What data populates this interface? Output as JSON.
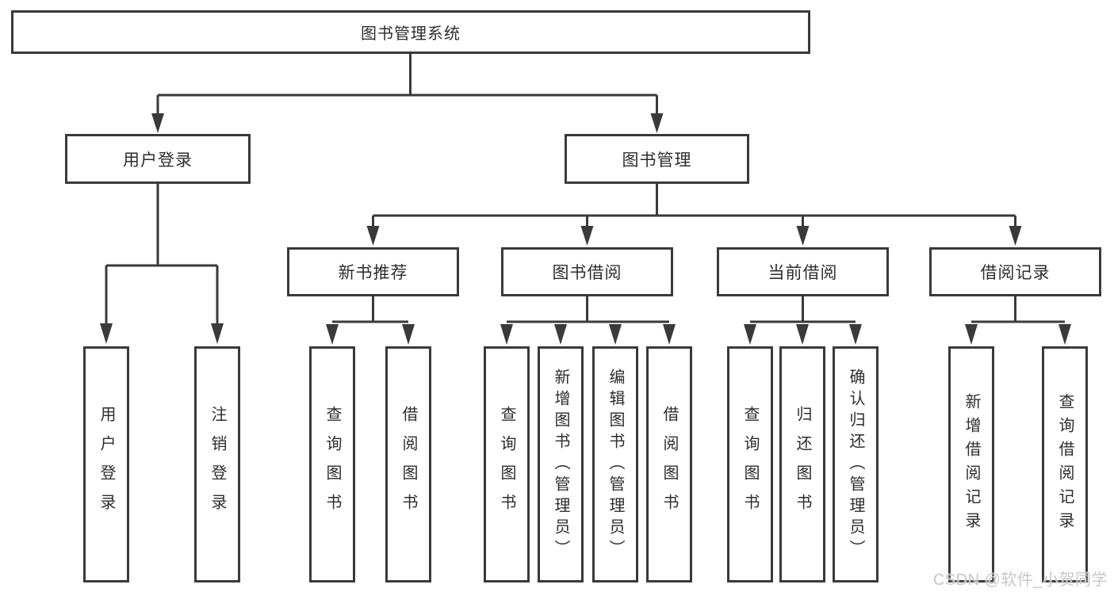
{
  "diagram": {
    "type": "hierarchy-tree",
    "colors": {
      "line": "#3a3a3a",
      "box_border": "#3a3a3a",
      "box_fill": "#ffffff",
      "text": "#2d2d2d",
      "watermark_text": "#c7c7c7",
      "background": "#ffffff"
    },
    "tree": {
      "label": "图书管理系统",
      "children": [
        {
          "label": "用户登录",
          "children": [
            {
              "label": "用户登录"
            },
            {
              "label": "注销登录"
            }
          ]
        },
        {
          "label": "图书管理",
          "children": [
            {
              "label": "新书推荐",
              "children": [
                {
                  "label": "查询图书"
                },
                {
                  "label": "借阅图书"
                }
              ]
            },
            {
              "label": "图书借阅",
              "children": [
                {
                  "label": "查询图书"
                },
                {
                  "label": "新增图书（管理员）"
                },
                {
                  "label": "编辑图书（管理员）"
                },
                {
                  "label": "借阅图书"
                }
              ]
            },
            {
              "label": "当前借阅",
              "children": [
                {
                  "label": "查询图书"
                },
                {
                  "label": "归还图书"
                },
                {
                  "label": "确认归还（管理员）"
                }
              ]
            },
            {
              "label": "借阅记录",
              "children": [
                {
                  "label": "新增借阅记录"
                },
                {
                  "label": "查询借阅记录"
                }
              ]
            }
          ]
        }
      ]
    },
    "watermark": "CSDN @软件_小贺同学"
  }
}
